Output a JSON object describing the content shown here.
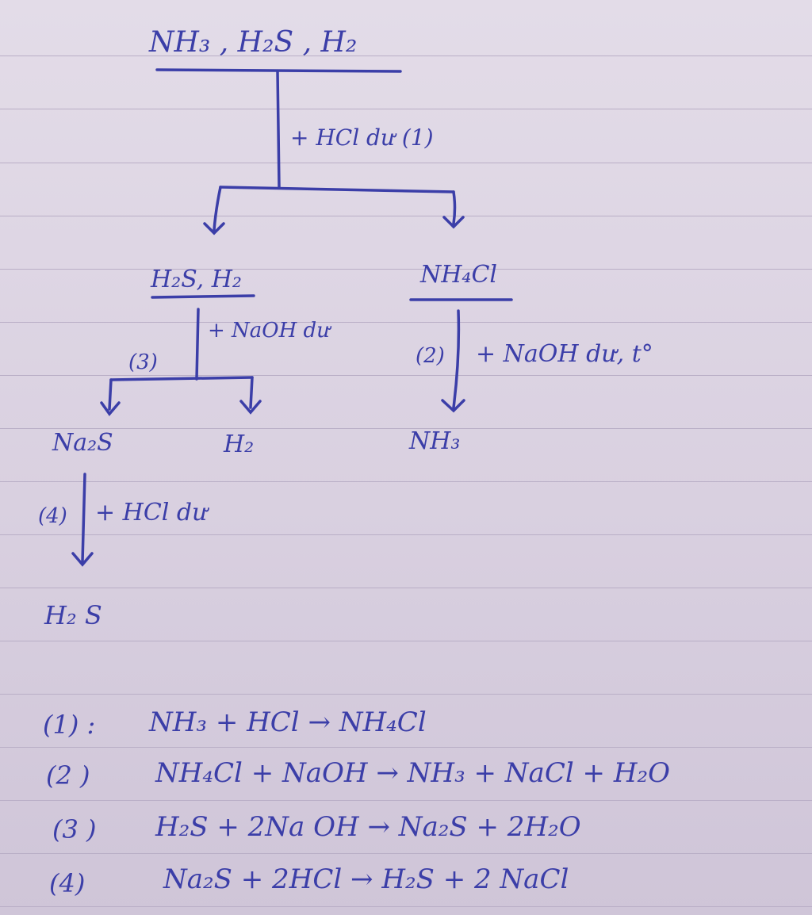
{
  "diagram": {
    "root": "NH₃ , H₂S , H₂",
    "step1_reagent": "+ HCl dư (1)",
    "left_node": "H₂S, H₂",
    "right_node": "NH₄Cl",
    "step3_label": "(3)",
    "step3_reagent": "+ NaOH dư",
    "step2_label": "(2)",
    "step2_reagent": "+ NaOH dư, t°",
    "na2s": "Na₂S",
    "h2": "H₂",
    "nh3": "NH₃",
    "step4_label": "(4)",
    "step4_reagent": "+ HCl dư",
    "h2s": "H₂ S"
  },
  "equations": [
    {
      "num": "(1) :",
      "text": "NH₃ + HCl → NH₄Cl"
    },
    {
      "num": "(2 )",
      "text": "NH₄Cl + NaOH → NH₃ + NaCl + H₂O"
    },
    {
      "num": "(3 )",
      "text": "H₂S + 2Na OH → Na₂S + 2H₂O"
    },
    {
      "num": "(4)",
      "text": "Na₂S + 2HCl → H₂S + 2 NaCl"
    }
  ],
  "colors": {
    "ink": "#3b3ea8",
    "paper": "#dcd3e2",
    "rule": "#b9aec6"
  }
}
